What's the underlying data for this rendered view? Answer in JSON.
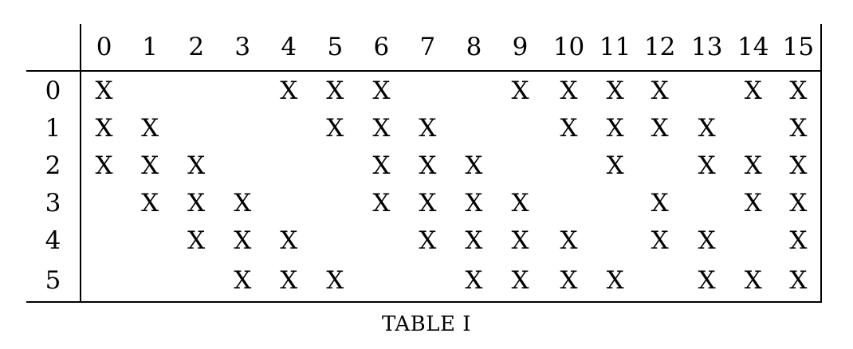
{
  "table": {
    "columns": [
      "0",
      "1",
      "2",
      "3",
      "4",
      "5",
      "6",
      "7",
      "8",
      "9",
      "10",
      "11",
      "12",
      "13",
      "14",
      "15"
    ],
    "rows": [
      {
        "label": "0",
        "cells": [
          "X",
          "",
          "",
          "",
          "X",
          "X",
          "X",
          "",
          "",
          "X",
          "X",
          "X",
          "X",
          "",
          "X",
          "X"
        ]
      },
      {
        "label": "1",
        "cells": [
          "X",
          "X",
          "",
          "",
          "",
          "X",
          "X",
          "X",
          "",
          "",
          "X",
          "X",
          "X",
          "X",
          "",
          "X"
        ]
      },
      {
        "label": "2",
        "cells": [
          "X",
          "X",
          "X",
          "",
          "",
          "",
          "X",
          "X",
          "X",
          "",
          "",
          "X",
          "",
          "X",
          "X",
          "X"
        ]
      },
      {
        "label": "3",
        "cells": [
          "",
          "X",
          "X",
          "X",
          "",
          "",
          "X",
          "X",
          "X",
          "X",
          "",
          "",
          "X",
          "",
          "X",
          "X"
        ]
      },
      {
        "label": "4",
        "cells": [
          "",
          "",
          "X",
          "X",
          "X",
          "",
          "",
          "X",
          "X",
          "X",
          "X",
          "",
          "X",
          "X",
          "",
          "X"
        ]
      },
      {
        "label": "5",
        "cells": [
          "",
          "",
          "",
          "X",
          "X",
          "X",
          "",
          "",
          "X",
          "X",
          "X",
          "X",
          "",
          "X",
          "X",
          "X"
        ]
      }
    ]
  },
  "caption": "TABLE I"
}
